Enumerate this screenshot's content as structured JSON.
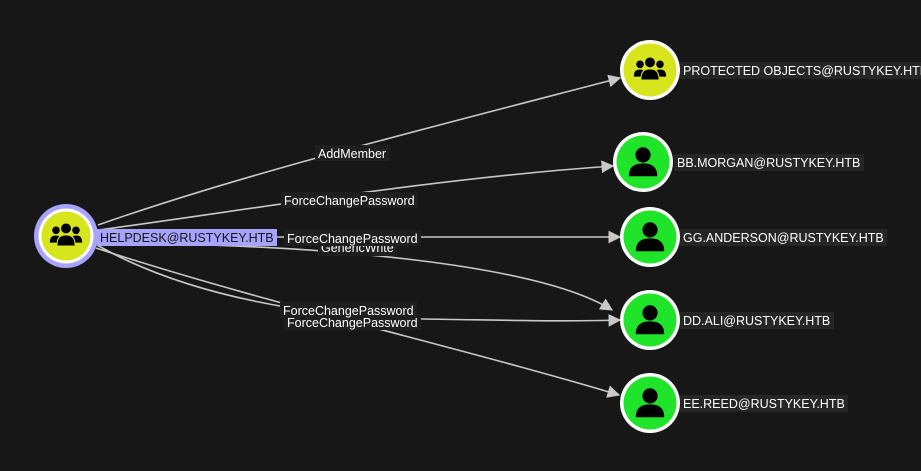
{
  "colors": {
    "background": "#171717",
    "group_node": "#d7e51c",
    "user_node": "#20e42a",
    "selected_ring": "#a7a3ff",
    "edge": "#c8c8c8"
  },
  "nodes": {
    "helpdesk": {
      "label": "HELPDESK@RUSTYKEY.HTB",
      "type": "group",
      "icon": "group-icon",
      "selected": true
    },
    "protected_objects": {
      "label": "PROTECTED OBJECTS@RUSTYKEY.HTB",
      "type": "group",
      "icon": "group-icon"
    },
    "bb_morgan": {
      "label": "BB.MORGAN@RUSTYKEY.HTB",
      "type": "user",
      "icon": "user-icon"
    },
    "gg_anderson": {
      "label": "GG.ANDERSON@RUSTYKEY.HTB",
      "type": "user",
      "icon": "user-icon"
    },
    "dd_ali": {
      "label": "DD.ALI@RUSTYKEY.HTB",
      "type": "user",
      "icon": "user-icon"
    },
    "ee_reed": {
      "label": "EE.REED@RUSTYKEY.HTB",
      "type": "user",
      "icon": "user-icon"
    }
  },
  "edges": {
    "add_member": {
      "label": "AddMember",
      "from": "HELPDESK@RUSTYKEY.HTB",
      "to": "PROTECTED OBJECTS@RUSTYKEY.HTB"
    },
    "force_bb": {
      "label": "ForceChangePassword",
      "from": "HELPDESK@RUSTYKEY.HTB",
      "to": "BB.MORGAN@RUSTYKEY.HTB"
    },
    "force_gg": {
      "label": "ForceChangePassword",
      "from": "HELPDESK@RUSTYKEY.HTB",
      "to": "GG.ANDERSON@RUSTYKEY.HTB"
    },
    "generic_write_dd": {
      "label": "GenericWrite",
      "from": "HELPDESK@RUSTYKEY.HTB",
      "to": "DD.ALI@RUSTYKEY.HTB"
    },
    "force_dd": {
      "label": "ForceChangePassword",
      "from": "HELPDESK@RUSTYKEY.HTB",
      "to": "DD.ALI@RUSTYKEY.HTB"
    },
    "force_ee": {
      "label": "ForceChangePassword",
      "from": "HELPDESK@RUSTYKEY.HTB",
      "to": "EE.REED@RUSTYKEY.HTB"
    }
  }
}
